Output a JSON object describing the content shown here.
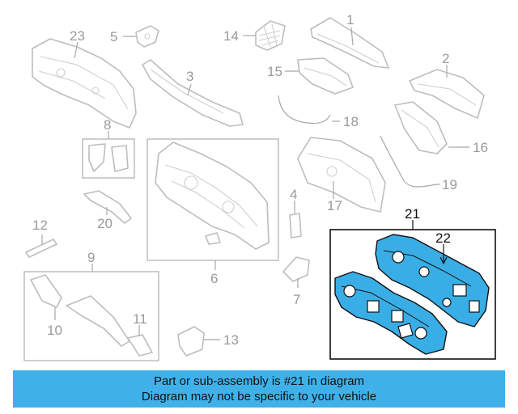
{
  "callouts": {
    "c1": "1",
    "c2": "2",
    "c3": "3",
    "c4": "4",
    "c5": "5",
    "c6": "6",
    "c7": "7",
    "c8": "8",
    "c9": "9",
    "c10": "10",
    "c11": "11",
    "c12": "12",
    "c13": "13",
    "c14": "14",
    "c15": "15",
    "c16": "16",
    "c17": "17",
    "c18": "18",
    "c19": "19",
    "c20": "20",
    "c21": "21",
    "c22": "22",
    "c23": "23"
  },
  "highlight": {
    "part_number": "21",
    "sub_part_number": "22",
    "color": "#39aee6"
  },
  "banner": {
    "line1": "Part or sub-assembly is #21 in diagram",
    "line2": "Diagram may not be specific to your vehicle",
    "background": "#3fb1e8"
  }
}
